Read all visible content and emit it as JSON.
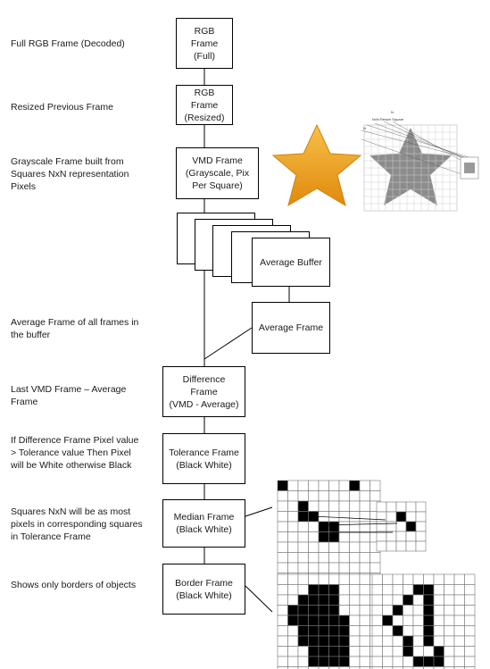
{
  "labels": {
    "full_rgb": "Full RGB Frame (Decoded)",
    "resized_prev": "Resized Previous Frame",
    "grayscale": "Grayscale Frame built from Squares NxN representation Pixels",
    "average": "Average Frame of all frames in the buffer",
    "last_vmd": "Last VMD Frame – Average Frame",
    "tolerance": "If Difference Frame Pixel value > Tolerance value Then Pixel will be White otherwise Black",
    "median": "Squares NxN will be as most pixels in corresponding squares in Tolerance Frame",
    "border": "Shows only borders of objects"
  },
  "boxes": {
    "rgb_full": "RGB Frame (Full)",
    "rgb_resized_line1": "RGB Frame",
    "rgb_resized_line2": "(Resized)",
    "vmd_line1": "VMD Frame",
    "vmd_line2": "(Grayscale, Pix",
    "vmd_line3": "Per Square)",
    "average_buffer": "Average Buffer",
    "average_frame": "Average Frame",
    "difference_line1": "Difference",
    "difference_line2": "Frame",
    "difference_line3": "(VMD - Average)",
    "tolerance_line1": "Tolerance Frame",
    "tolerance_line2": "(Black White)",
    "median_line1": "Median Frame",
    "median_line2": "(Black White)",
    "border_line1": "Border Frame",
    "border_line2": "(Black White)"
  },
  "illustration": {
    "resize_caption": "NxN Resize Square",
    "n_mark": "N"
  },
  "colors": {
    "star_gold": "#f0a020",
    "star_gray": "#8c8c8c",
    "pixel_black": "#000000"
  },
  "grids": {
    "tolerance_grid": {
      "cells": 10,
      "black": [
        [
          0,
          0
        ],
        [
          0,
          7
        ],
        [
          2,
          2
        ],
        [
          3,
          2
        ],
        [
          3,
          3
        ],
        [
          4,
          4
        ],
        [
          4,
          5
        ],
        [
          5,
          4
        ],
        [
          5,
          5
        ]
      ]
    },
    "median_small": {
      "cells": 5,
      "black": [
        [
          1,
          2
        ],
        [
          2,
          3
        ]
      ]
    },
    "border_filled": {
      "cells": 10,
      "black": [
        [
          1,
          3
        ],
        [
          1,
          4
        ],
        [
          1,
          5
        ],
        [
          2,
          2
        ],
        [
          2,
          3
        ],
        [
          2,
          4
        ],
        [
          2,
          5
        ],
        [
          3,
          1
        ],
        [
          3,
          2
        ],
        [
          3,
          3
        ],
        [
          3,
          4
        ],
        [
          3,
          5
        ],
        [
          4,
          1
        ],
        [
          4,
          2
        ],
        [
          4,
          3
        ],
        [
          4,
          4
        ],
        [
          4,
          5
        ],
        [
          4,
          6
        ],
        [
          5,
          2
        ],
        [
          5,
          3
        ],
        [
          5,
          4
        ],
        [
          5,
          5
        ],
        [
          5,
          6
        ],
        [
          6,
          2
        ],
        [
          6,
          3
        ],
        [
          6,
          4
        ],
        [
          6,
          5
        ],
        [
          6,
          6
        ],
        [
          7,
          3
        ],
        [
          7,
          4
        ],
        [
          7,
          5
        ],
        [
          7,
          6
        ],
        [
          8,
          3
        ],
        [
          8,
          4
        ],
        [
          8,
          5
        ],
        [
          8,
          6
        ]
      ]
    },
    "border_outline": {
      "cells": 10,
      "black": [
        [
          1,
          4
        ],
        [
          1,
          5
        ],
        [
          2,
          3
        ],
        [
          2,
          5
        ],
        [
          3,
          2
        ],
        [
          3,
          5
        ],
        [
          4,
          1
        ],
        [
          4,
          5
        ],
        [
          5,
          2
        ],
        [
          5,
          5
        ],
        [
          6,
          3
        ],
        [
          6,
          5
        ],
        [
          7,
          3
        ],
        [
          7,
          6
        ],
        [
          8,
          4
        ],
        [
          8,
          5
        ],
        [
          8,
          6
        ]
      ]
    }
  }
}
